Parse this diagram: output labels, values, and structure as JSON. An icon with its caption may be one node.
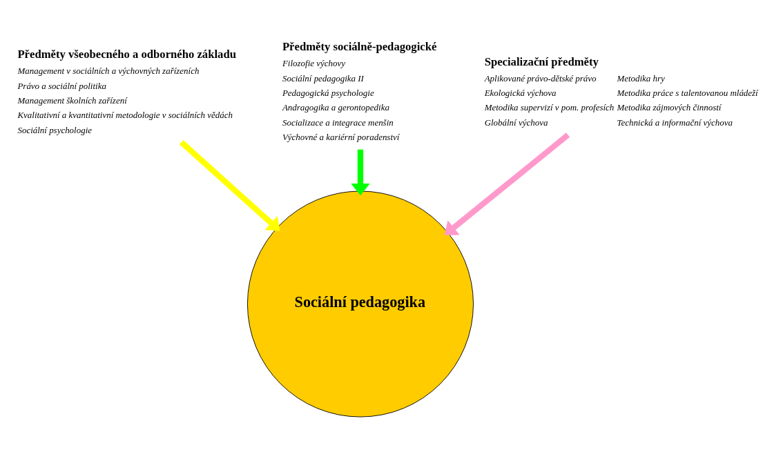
{
  "diagram": {
    "nodes": [
      {
        "text": [
          "Předměty všeobecného a odborného základu"
        ],
        "beside": [
          "Management v sociálních a výchovných zařízeních",
          "Právo a sociální politika",
          "Management školních zařízení",
          "Kvalitativní a kvantitativní metodologie v sociálních vědách",
          "Sociální psychologie"
        ]
      },
      {
        "text": [
          "Předměty sociálně-pedagogické"
        ],
        "beside": [
          "Filozofie výchovy",
          "Sociální pedagogika II",
          "Pedagogická psychologie",
          "Andragogika a gerontopedika",
          "Socializace a integrace menšin",
          "Výchovné a kariérní poradenství"
        ]
      },
      {
        "text": [
          "Sociální pedagogika"
        ]
      },
      {
        "text": [
          "Specializační předměty"
        ],
        "beside": [
          "Aplikované právo-dětské právo",
          "Ekologická výchova",
          "Metodika supervizí v pom. profesích",
          "Globální výchova",
          "Metodika hry",
          "Metodika práce s talentovanou mládeží",
          "Metodika zájmových činností",
          "Technická a informační výchova"
        ]
      }
    ],
    "edges": [
      {
        "from": 0,
        "to": 2,
        "arrow": "to",
        "color": "#ffff00"
      },
      {
        "from": 1,
        "to": 2,
        "arrow": "to",
        "color": "#00ff00"
      },
      {
        "from": 3,
        "to": 2,
        "arrow": "to",
        "color": "#ff99cc"
      }
    ]
  }
}
